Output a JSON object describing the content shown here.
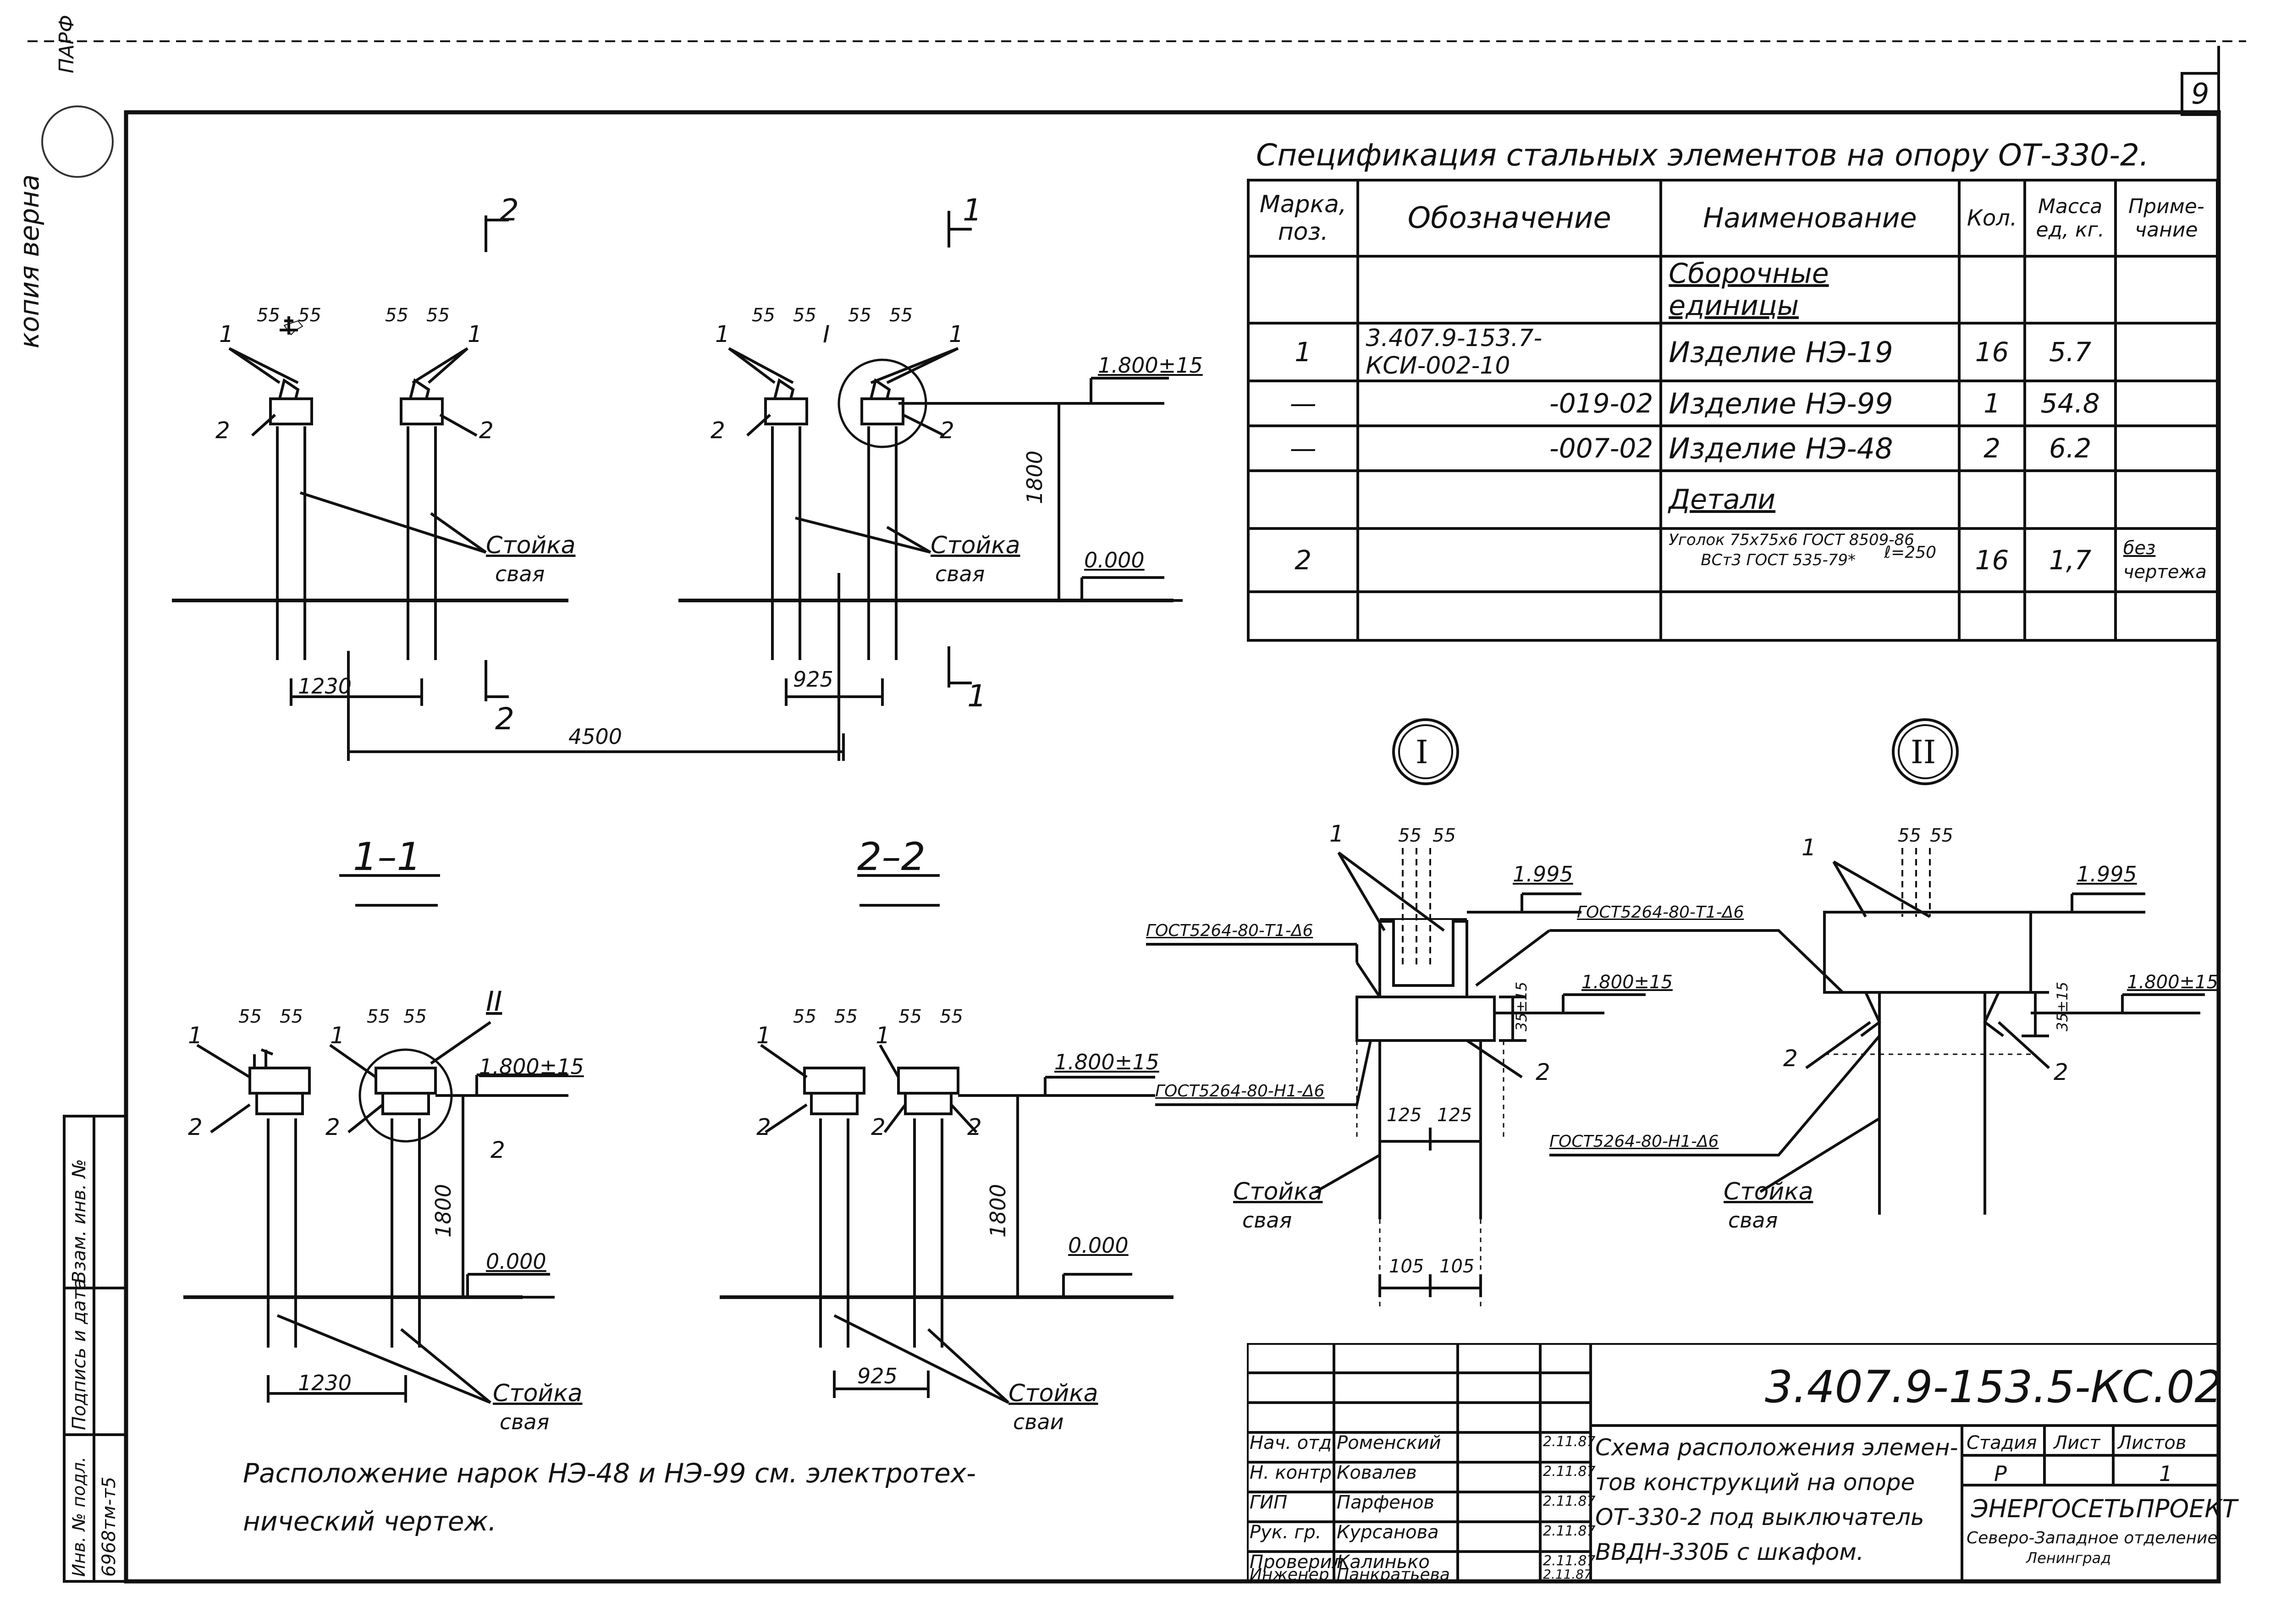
{
  "sheet_number": "9",
  "margin_note": "копия верна",
  "margin_stamp": "ПАРФ",
  "spec": {
    "title": "Спецификация стальных элементов на опору ОТ-330-2.",
    "headers": {
      "mark": "Марка, поз.",
      "designation": "Обозначение",
      "name": "Наименование",
      "qty": "Кол.",
      "mass": "Масса ед, кг.",
      "note": "Приме- чание"
    },
    "section_assemblies": "Сборочные единицы",
    "rows": [
      {
        "mark": "1",
        "designation": "3.407.9-153.7-КСИ-002-10",
        "name": "Изделие НЭ-19",
        "qty": "16",
        "mass": "5.7",
        "note": ""
      },
      {
        "mark": "—",
        "designation": "-019-02",
        "name": "Изделие НЭ-99",
        "qty": "1",
        "mass": "54.8",
        "note": ""
      },
      {
        "mark": "—",
        "designation": "-007-02",
        "name": "Изделие НЭ-48",
        "qty": "2",
        "mass": "6.2",
        "note": ""
      }
    ],
    "section_details": "Детали",
    "detail_row": {
      "mark": "2",
      "name_line1": "Уголок 75х75х6 ГОСТ 8509-86",
      "name_line2": "ВСт3 ГОСТ 535-79*",
      "length": "ℓ=250",
      "qty": "16",
      "mass": "1,7",
      "note_line1": "без",
      "note_line2": "чертежа"
    }
  },
  "labels": {
    "pile": "Стойка",
    "pile2": "свая",
    "pile_alt2": "сваи",
    "section_1_1": "1–1",
    "section_2_2": "2–2",
    "cut_1": "1",
    "cut_2": "2",
    "node_I": "I",
    "node_II": "II",
    "pos1": "1",
    "pos2": "2",
    "dim_55": "55",
    "dim_1230": "1230",
    "dim_925": "925",
    "dim_4500": "4500",
    "dim_1800": "1800",
    "dim_125": "125",
    "dim_105": "105",
    "dim_35": "35±15",
    "lvl_1800": "1.800±15",
    "lvl_0000": "0.000",
    "lvl_1995": "1.995",
    "weld_t1": "ГОСТ5264-80-Т1-Δ6",
    "weld_h1": "ГОСТ5264-80-Н1-Δ6"
  },
  "note_text_line1": "Расположение нарок НЭ-48 и НЭ-99 см. электротех-",
  "note_text_line2": "нический чертеж.",
  "title_block": {
    "code": "3.407.9-153.5-КС.02",
    "description_lines": [
      "Схема расположения элемен-",
      "тов конструкций на опоре",
      "ОТ-330-2 под выключатель",
      "ВВДН-330Б с шкафом."
    ],
    "stage_header": "Стадия",
    "sheet_header": "Лист",
    "sheets_header": "Листов",
    "stage": "Р",
    "sheets": "1",
    "org_line1": "ЭНЕРГОСЕТЬПРОЕКТ",
    "org_line2": "Северо-Западное отделение",
    "org_line3": "Ленинград",
    "roles": [
      {
        "role": "Нач. отд.",
        "name": "Роменский",
        "date": "2.11.87"
      },
      {
        "role": "Н. контр.",
        "name": "Ковалев",
        "date": "2.11.87"
      },
      {
        "role": "ГИП",
        "name": "Парфенов",
        "date": "2.11.87"
      },
      {
        "role": "Рук. гр.",
        "name": "Курсанова",
        "date": "2.11.87"
      },
      {
        "role": "Проверил",
        "name": "Калинько",
        "date": "2.11.87"
      },
      {
        "role": "Инженер",
        "name": "Панкратьева",
        "date": "2.11.87"
      }
    ]
  },
  "side_stamp": {
    "inv_orig": "Инв. № подл.",
    "signature_date": "Подпись и дата",
    "inv_replace": "Взам. инв. №",
    "inv_value": "6968тм-т5"
  }
}
